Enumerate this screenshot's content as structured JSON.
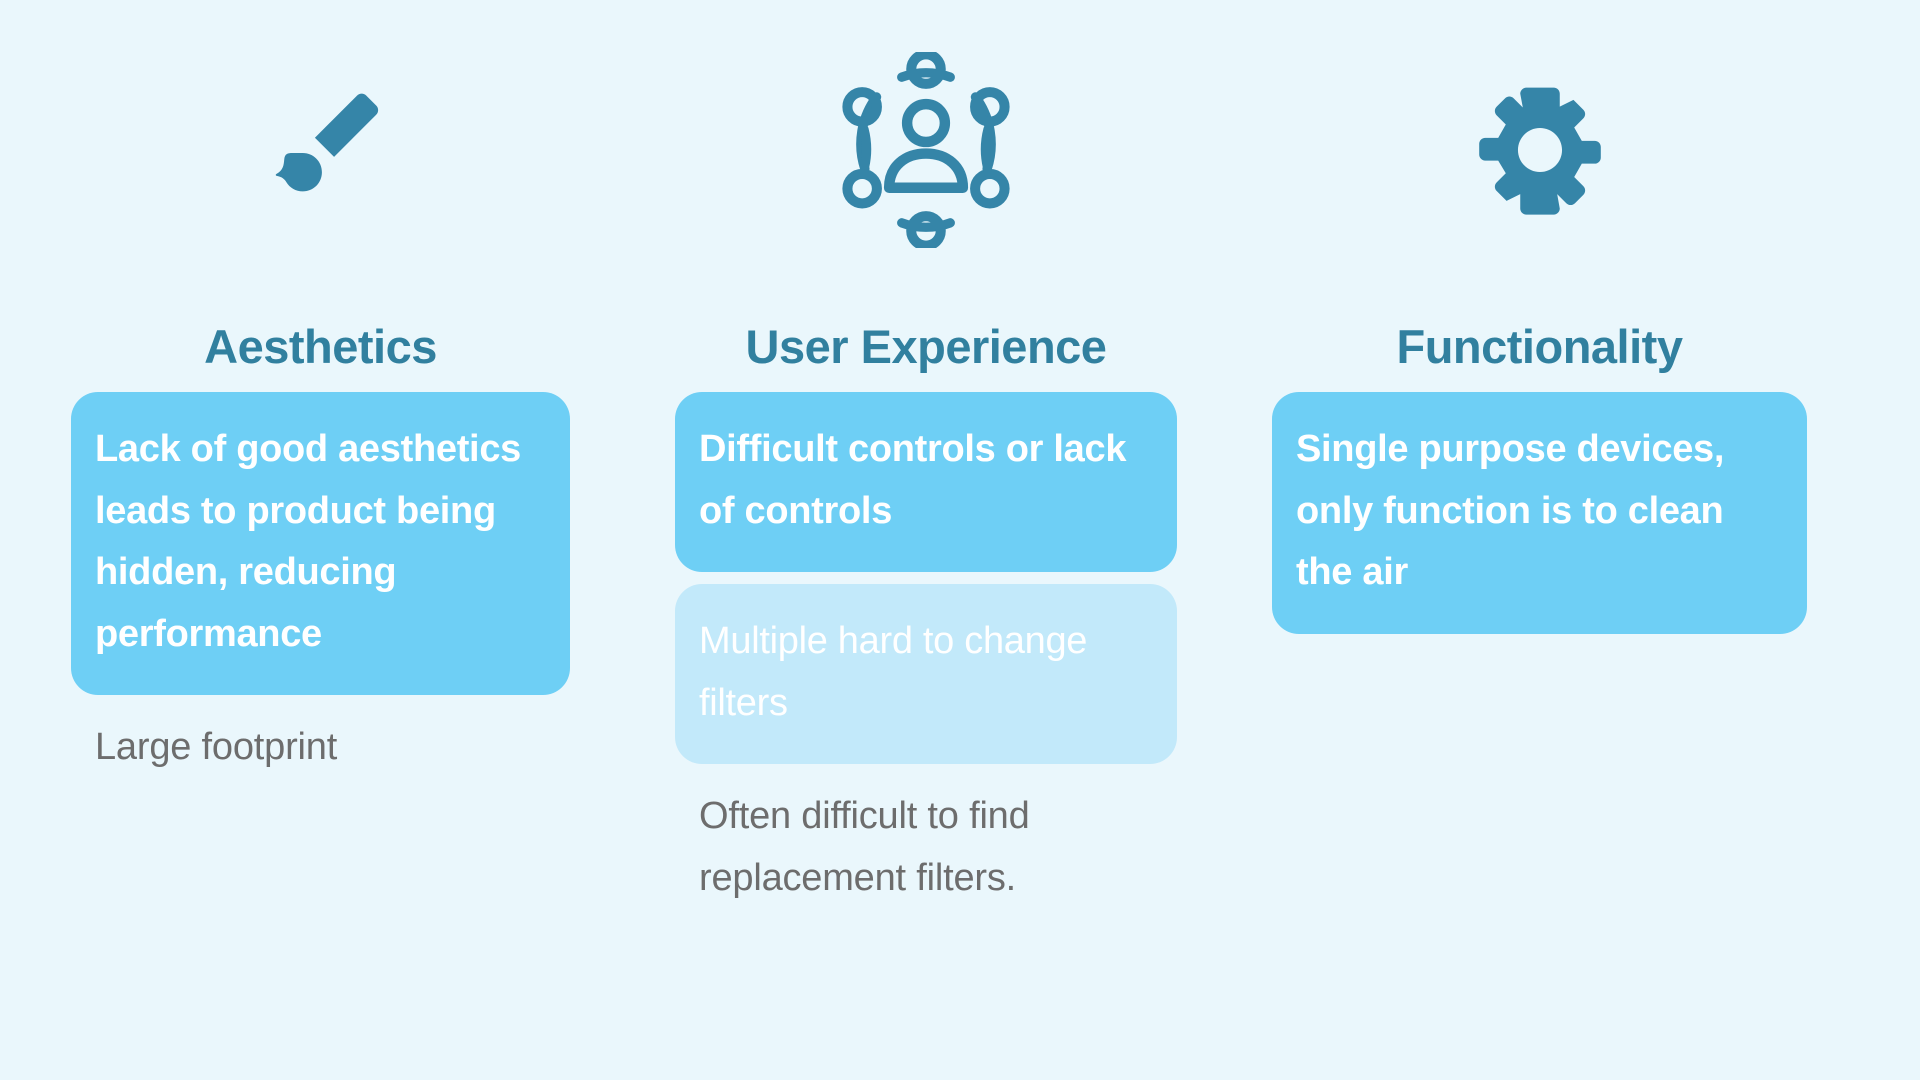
{
  "page": {
    "background_color": "#eaf7fc",
    "accent_color": "#31809f",
    "card_primary_color": "#6ecff5",
    "card_secondary_color": "#c2e9fa",
    "caption_color": "#6d6d6d"
  },
  "columns": [
    {
      "icon": "paintbrush-icon",
      "heading": "Aesthetics",
      "cards": [
        {
          "text": "Lack of good aesthetics leads to product being hidden, reducing performance",
          "style": "primary"
        }
      ],
      "caption": "Large footprint"
    },
    {
      "icon": "user-network-icon",
      "heading": "User Experience",
      "cards": [
        {
          "text": "Difficult controls or lack of controls",
          "style": "primary"
        },
        {
          "text": "Multiple hard to change filters",
          "style": "secondary"
        }
      ],
      "caption": "Often difficult to find replacement filters."
    },
    {
      "icon": "gear-icon",
      "heading": "Functionality",
      "cards": [
        {
          "text": "Single purpose devices, only function is to clean the air",
          "style": "primary"
        }
      ],
      "caption": ""
    }
  ]
}
